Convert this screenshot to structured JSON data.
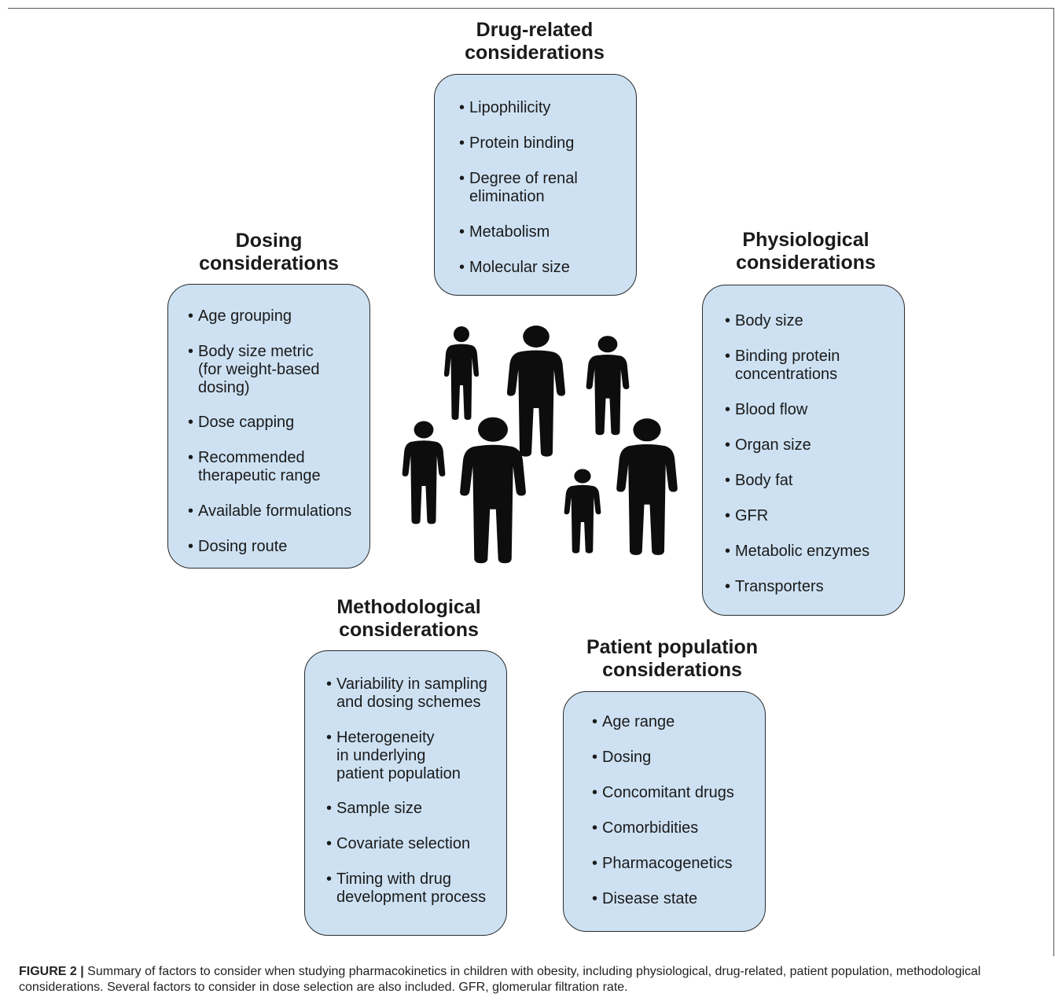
{
  "drug": {
    "title": "Drug-related\nconsiderations",
    "items": [
      "Lipophilicity",
      "Protein binding",
      "Degree of renal\n elimination",
      "Metabolism",
      "Molecular size"
    ]
  },
  "dosing": {
    "title": "Dosing\nconsiderations",
    "items": [
      "Age grouping",
      "Body size metric\n(for weight-based\n dosing)",
      "Dose capping",
      "Recommended\ntherapeutic range",
      "Available formulations",
      "Dosing route"
    ]
  },
  "physio": {
    "title": "Physiological\nconsiderations",
    "items": [
      "Body size",
      "Binding protein\n concentrations",
      "Blood flow",
      "Organ size",
      "Body fat",
      "GFR",
      "Metabolic enzymes",
      "Transporters"
    ]
  },
  "method": {
    "title": "Methodological\nconsiderations",
    "items": [
      "Variability in sampling\nand dosing schemes",
      "Heterogeneity\nin underlying\npatient population",
      "Sample size",
      "Covariate selection",
      "Timing with drug\ndevelopment process"
    ]
  },
  "patient": {
    "title": "Patient population\nconsiderations",
    "items": [
      "Age range",
      "Dosing",
      "Concomitant drugs",
      "Comorbidities",
      "Pharmacogenetics",
      "Disease state"
    ]
  },
  "caption": {
    "label": "FIGURE 2 |",
    "text": " Summary of factors to consider when studying pharmacokinetics in children with obesity, including physiological, drug-related, patient population, methodological considerations. Several factors to consider in dose selection are also included. GFR, glomerular filtration rate."
  },
  "colors": {
    "box_fill": "#cde1f2",
    "box_border": "#2b2b2b",
    "figure": "#0d0d0d"
  }
}
